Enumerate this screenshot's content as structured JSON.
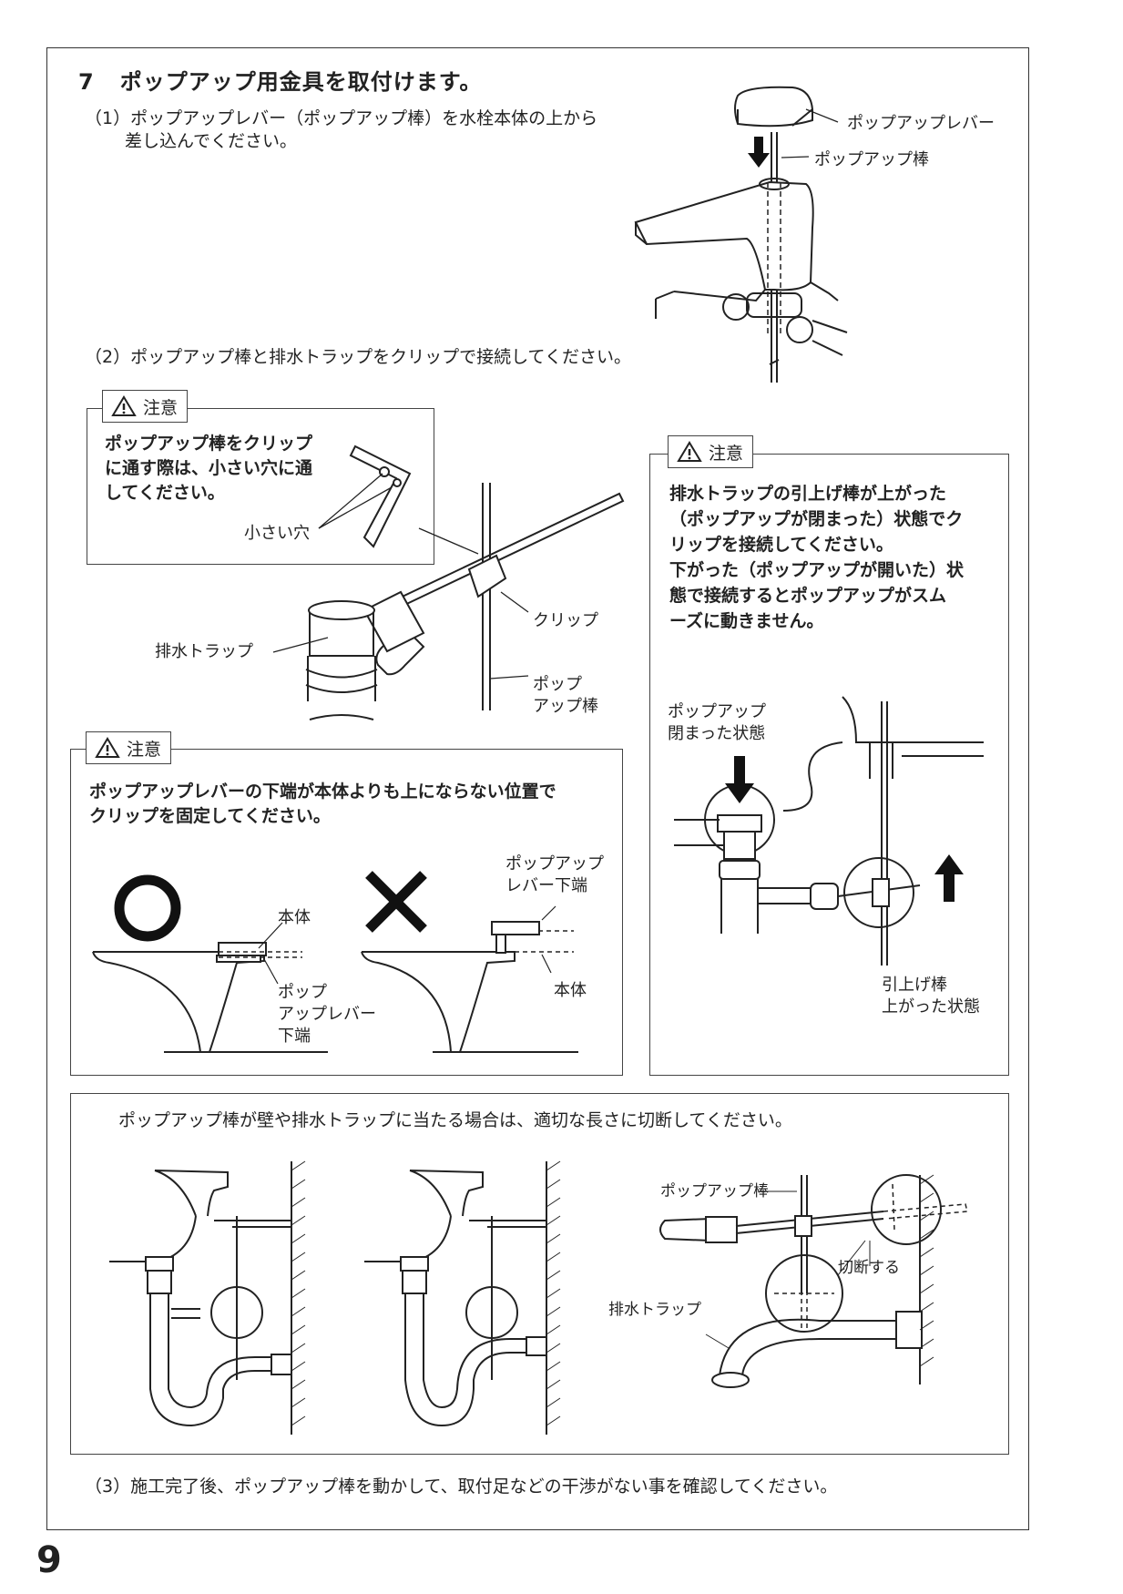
{
  "section": {
    "number": "7",
    "title": "ポップアップ用金具を取付けます。"
  },
  "steps": {
    "s1_line1": "（1）ポップアップレバー（ポップアップ棒）を水栓本体の上から",
    "s1_line2": "差し込んでください。",
    "s2": "（2）ポップアップ棒と排水トラップをクリップで接続してください。",
    "s3": "（3）施工完了後、ポップアップ棒を動かして、取付足などの干渉がない事を確認してください。"
  },
  "fig1": {
    "lever": "ポップアップレバー",
    "rod": "ポップアップ棒"
  },
  "caution1": {
    "tag": "注意",
    "line1": "ポップアップ棒をクリップ",
    "line2": "に通す際は、小さい穴に通",
    "line3": "してください。",
    "hole": "小さい穴"
  },
  "fig2": {
    "trap": "排水トラップ",
    "clip": "クリップ",
    "rod1": "ポップ",
    "rod2": "アップ棒"
  },
  "caution2": {
    "tag": "注意",
    "line1": "排水トラップの引上げ棒が上がった",
    "line2": "（ポップアップが閉まった）状態でク",
    "line3": "リップを接続してください。",
    "line4": "下がった（ポップアップが開いた）状",
    "line5": "態で接続するとポップアップがスム",
    "line6": "ーズに動きません。",
    "closed1": "ポップアップ",
    "closed2": "閉まった状態",
    "raised1": "引上げ棒",
    "raised2": "上がった状態"
  },
  "caution3": {
    "tag": "注意",
    "line1": "ポップアップレバーの下端が本体よりも上にならない位置で",
    "line2": "クリップを固定してください。",
    "ok_body": "本体",
    "ok_edge1": "ポップ",
    "ok_edge2": "アップレバー",
    "ok_edge3": "下端",
    "ng_edge1": "ポップアップ",
    "ng_edge2": "レバー下端",
    "ng_body": "本体"
  },
  "cut_box": {
    "text": "ポップアップ棒が壁や排水トラップに当たる場合は、適切な長さに切断してください。",
    "rod": "ポップアップ棒",
    "cut": "切断する",
    "trap": "排水トラップ"
  },
  "page_number": "9",
  "colors": {
    "line": "#222222",
    "border": "#444444"
  }
}
